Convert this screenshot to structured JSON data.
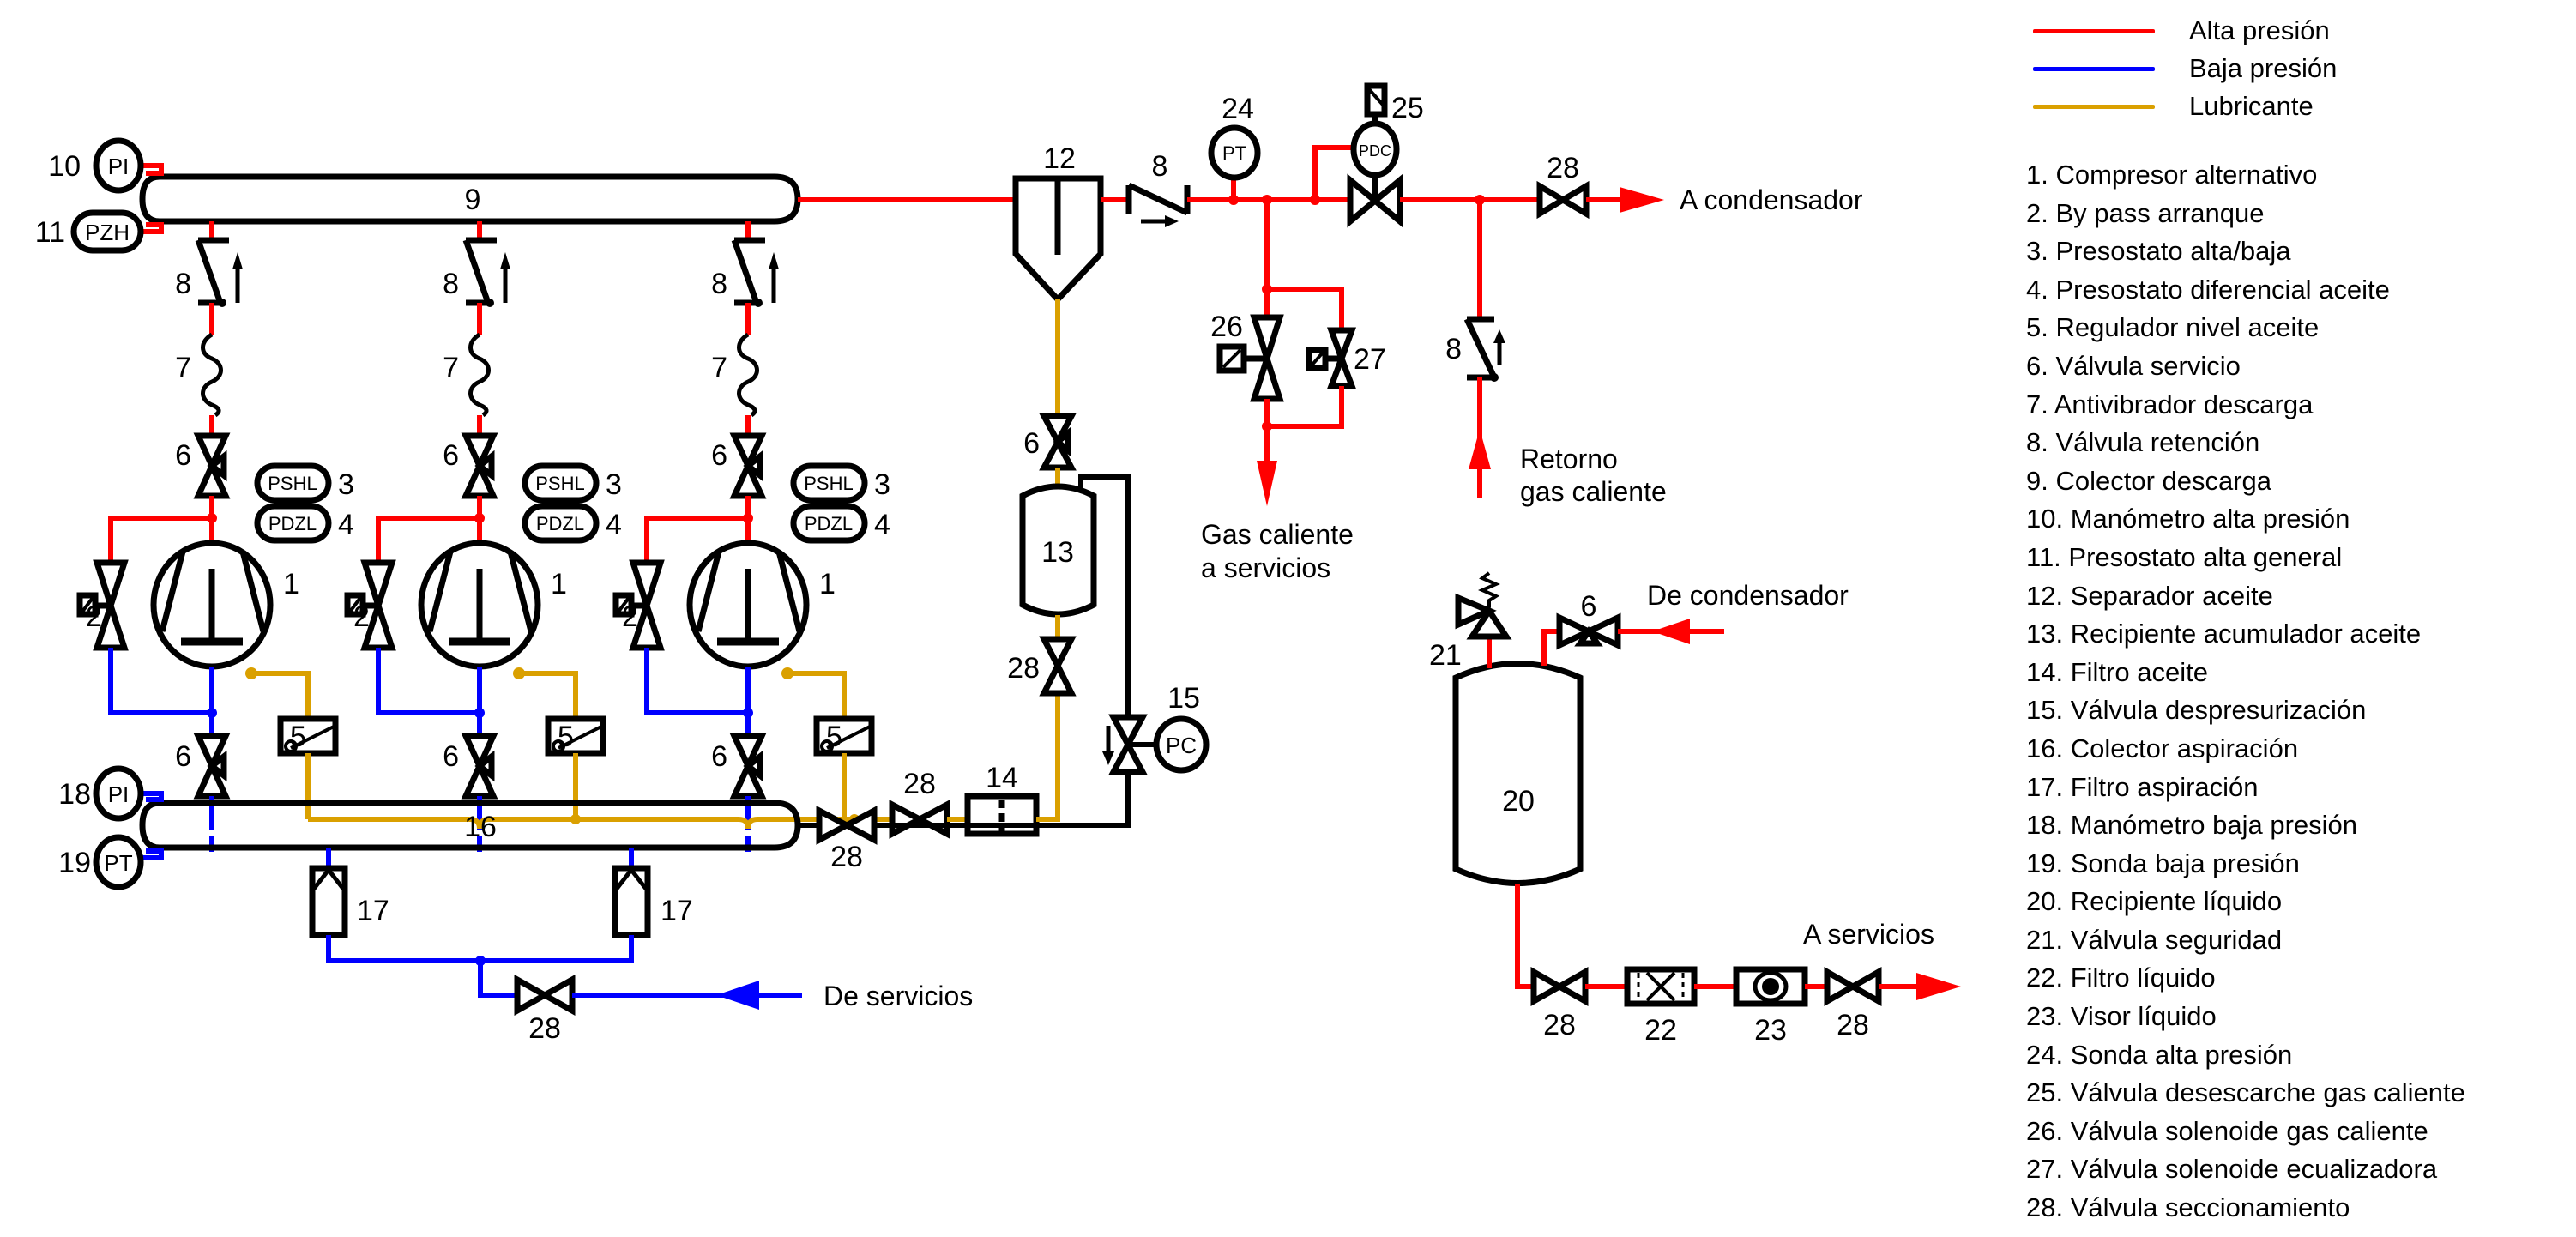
{
  "legend": {
    "lines": [
      {
        "label": "Alta presión",
        "color": "#ff0000"
      },
      {
        "label": "Baja presión",
        "color": "#0000ff"
      },
      {
        "label": "Lubricante",
        "color": "#daa000"
      }
    ],
    "items": [
      "1. Compresor alternativo",
      "2. By pass arranque",
      "3. Presostato alta/baja",
      "4. Presostato diferencial aceite",
      "5. Regulador nivel aceite",
      "6. Válvula servicio",
      "7. Antivibrador descarga",
      "8. Válvula retención",
      "9. Colector descarga",
      "10. Manómetro alta presión",
      "11. Presostato alta general",
      "12. Separador aceite",
      "13. Recipiente acumulador aceite",
      "14. Filtro aceite",
      "15. Válvula despresurización",
      "16. Colector aspiración",
      "17. Filtro aspiración",
      "18. Manómetro baja presión",
      "19. Sonda baja presión",
      "20. Recipiente líquido",
      "21. Válvula seguridad",
      "22. Filtro líquido",
      "23. Visor líquido",
      "24. Sonda alta presión",
      "25. Válvula desescarche gas caliente",
      "26. Válvula solenoide gas caliente",
      "27. Válvula solenoide ecualizadora",
      "28. Válvula seccionamiento"
    ]
  },
  "diagram": {
    "instruments": {
      "pi_high": "PI",
      "pzh": "PZH",
      "pi_low": "PI",
      "pt_low": "PT",
      "pshl": "PSHL",
      "pdzl": "PDZL",
      "pt_high": "PT",
      "pdc": "PDC",
      "pc": "PC"
    },
    "numbers": {
      "n1": "1",
      "n2": "2",
      "n3": "3",
      "n4": "4",
      "n5": "5",
      "n6": "6",
      "n7": "7",
      "n8": "8",
      "n9": "9",
      "n10": "10",
      "n11": "11",
      "n12": "12",
      "n13": "13",
      "n14": "14",
      "n15": "15",
      "n16": "16",
      "n17": "17",
      "n18": "18",
      "n19": "19",
      "n20": "20",
      "n21": "21",
      "n22": "22",
      "n23": "23",
      "n24": "24",
      "n25": "25",
      "n26": "26",
      "n27": "27",
      "n28": "28"
    },
    "flows": {
      "to_condenser": "A condensador",
      "return_line1": "Retorno",
      "return_line2": "gas caliente",
      "hot_gas_line1": "Gas caliente",
      "hot_gas_line2": "a servicios",
      "from_condenser": "De condensador",
      "to_services": "A servicios",
      "from_services": "De servicios"
    },
    "compressor_count": 3
  }
}
